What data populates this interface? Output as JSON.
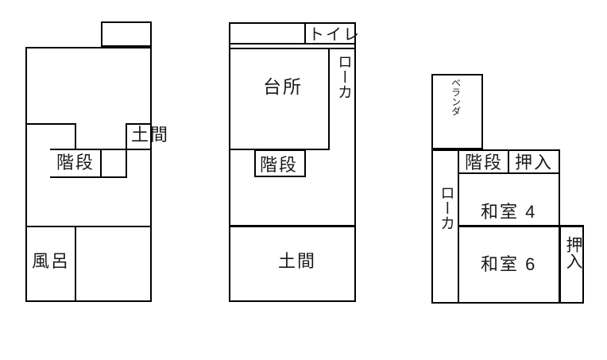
{
  "plans": {
    "plan1": {
      "doma": "土間",
      "kaidan": "階段",
      "furo": "風呂"
    },
    "plan2": {
      "toire": "トイレ",
      "daidokoro": "台所",
      "roka": "ローカ",
      "kaidan": "階段",
      "doma": "土間"
    },
    "plan3": {
      "veranda": "ベランダ",
      "kaidan": "階段",
      "oshiire_upper": "押入",
      "washitsu4": "和室 4",
      "washitsu6": "和室 6",
      "roka": "ローカ",
      "oshiire_side": "押入"
    }
  },
  "colors": {
    "wall": "#000000",
    "text": "#1a1a1a",
    "background": "#ffffff"
  }
}
